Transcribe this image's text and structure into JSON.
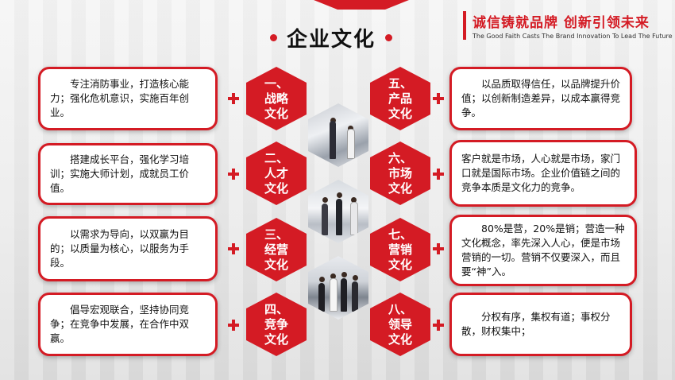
{
  "header": {
    "title": "企业文化",
    "slogan_cn": "诚信铸就品牌 创新引领未来",
    "slogan_en": "The Good Faith Casts The Brand Innovation To Lead The Future"
  },
  "left_items": [
    {
      "hex": "一、\n战略\n文化",
      "text": "专注消防事业，打造核心能力；强化危机意识，实施百年创业。"
    },
    {
      "hex": "二、\n人才\n文化",
      "text": "搭建成长平台，强化学习培训；实施大师计划，成就员工价值。"
    },
    {
      "hex": "三、\n经营\n文化",
      "text": "以需求为导向，以双赢为目的；以质量为核心，以服务为手段。"
    },
    {
      "hex": "四、\n竞争\n文化",
      "text": "倡导宏观联合，坚持协同竞争；在竞争中发展，在合作中双赢。"
    }
  ],
  "right_items": [
    {
      "hex": "五、\n产品\n文化",
      "text": "以品质取得信任，以品牌提升价值；以创新制造差异，以成本赢得竞争。"
    },
    {
      "hex": "六、\n市场\n文化",
      "text": "客户就是市场，人心就是市场，家门口就是国际市场。企业价值链之间的竞争本质是文化力的竞争。"
    },
    {
      "hex": "七、\n营销\n文化",
      "text": "80%是营，20%是销；营造一种文化概念，率先深入人心，便是市场营销的一切。营销不仅要深入，而且要“神”入。"
    },
    {
      "hex": "八、\n领导\n文化",
      "text": "分权有序，集权有道；事权分散，财权集中；"
    }
  ],
  "colors": {
    "accent": "#d41b24",
    "text": "#111111"
  }
}
